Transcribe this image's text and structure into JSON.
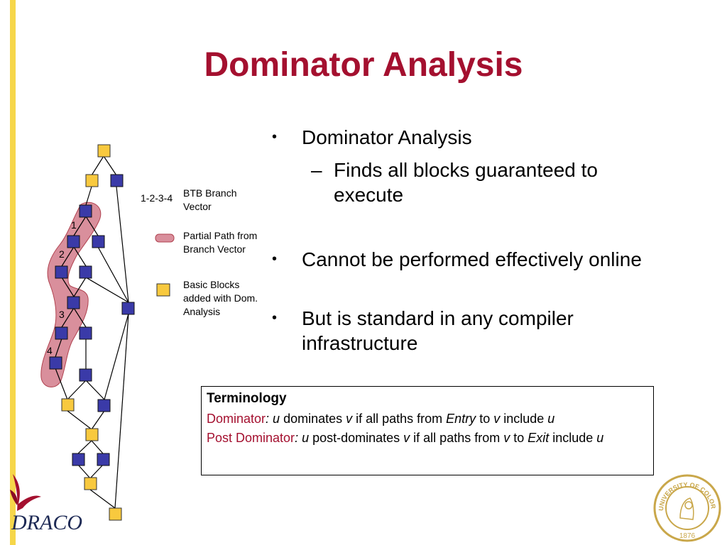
{
  "slide": {
    "title": "Dominator Analysis",
    "bullets": {
      "b1": "Dominator Analysis",
      "b2": "Finds all blocks guaranteed to execute",
      "b3": "Cannot be performed effectively online",
      "b4": "But is standard in any compiler infrastructure"
    },
    "legend": {
      "vector_code": "1-2-3-4",
      "vector_label": "BTB Branch Vector",
      "partial_label": "Partial Path from Branch Vector",
      "basic_label": "Basic Blocks added with Dom. Analysis"
    },
    "diagram_labels": {
      "n1": "1",
      "n2": "2",
      "n3": "3",
      "n4": "4"
    },
    "terminology": {
      "heading": "Terminology",
      "dom_term": "Dominator",
      "dom_colon": ": ",
      "dom_u": "u",
      "dom_text1": " dominates ",
      "dom_v": "v",
      "dom_text2": " if all paths from ",
      "dom_entry": "Entry",
      "dom_text3": " to ",
      "dom_v2": "v",
      "dom_text4": " include ",
      "dom_u2": "u",
      "pdom_term": "Post Dominator",
      "pdom_colon": ": ",
      "pdom_u": "u",
      "pdom_text1": " post-dominates ",
      "pdom_v": "v",
      "pdom_text2": " if all paths from ",
      "pdom_v2": "v",
      "pdom_text3": " to ",
      "pdom_exit": "Exit",
      "pdom_text4": " include ",
      "pdom_u2": "u"
    },
    "logos": {
      "draco": "DRACO",
      "seal_text": "UNIVERSITY OF COLORADO",
      "seal_year": "1876"
    },
    "colors": {
      "accent": "#a4102f",
      "sidebar": "#f6d64a",
      "node_blue": "#3a3aa8",
      "node_yellow": "#f8c93e",
      "path_fill": "#d98f9c"
    }
  }
}
